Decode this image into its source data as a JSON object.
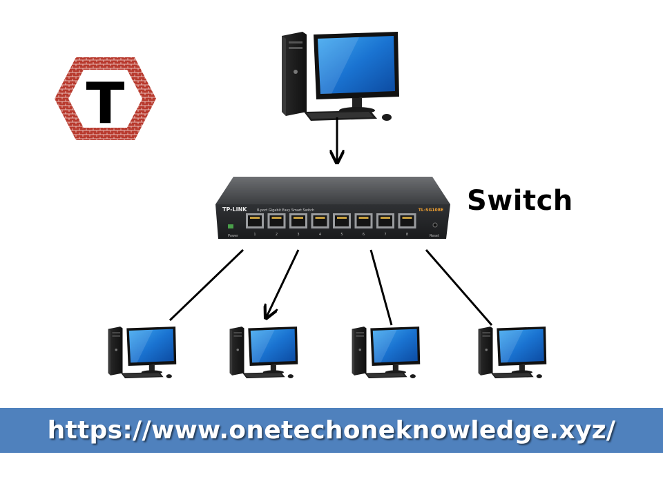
{
  "logo": {
    "letter": "T",
    "frame_color": "#b83a2e"
  },
  "switch": {
    "label": "Switch",
    "brand": "TP-LINK",
    "subtitle": "8-port Gigabit Easy Smart Switch",
    "model": "TL-SG108E",
    "power_label": "Power",
    "reset_label": "Reset",
    "ports": [
      "1",
      "2",
      "3",
      "4",
      "5",
      "6",
      "7",
      "8"
    ]
  },
  "clients": [
    {
      "id": "client-1"
    },
    {
      "id": "client-2"
    },
    {
      "id": "client-3"
    },
    {
      "id": "client-4"
    }
  ],
  "banner": {
    "url": "https://www.onetechoneknowledge.xyz/",
    "color": "#4f81bd"
  }
}
